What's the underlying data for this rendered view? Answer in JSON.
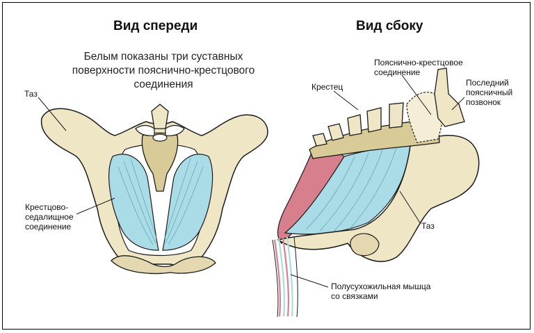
{
  "titles": {
    "front_view": "Вид спереди",
    "side_view": "Вид сбоку"
  },
  "caption": "Белым показаны три суставных поверхности пояснично-крестцового соединения",
  "labels": {
    "pelvis_front": "Таз",
    "sacroischial_joint": "Крестцово-седалищное соединение",
    "sacrum": "Крестец",
    "lumbosacral_joint": "Пояснично-крестцовое соединение",
    "last_lumbar_vertebra": "Последний поясничный позвонок",
    "pelvis_side": "Таз",
    "semitendinosus": "Полусухожильная мышца со связками"
  },
  "colors": {
    "bone": "#efe6c6",
    "bone_shadow": "#c9b98a",
    "ligament": "#a9dce6",
    "muscle": "#d77f8c",
    "outline": "#1a1a1a"
  }
}
